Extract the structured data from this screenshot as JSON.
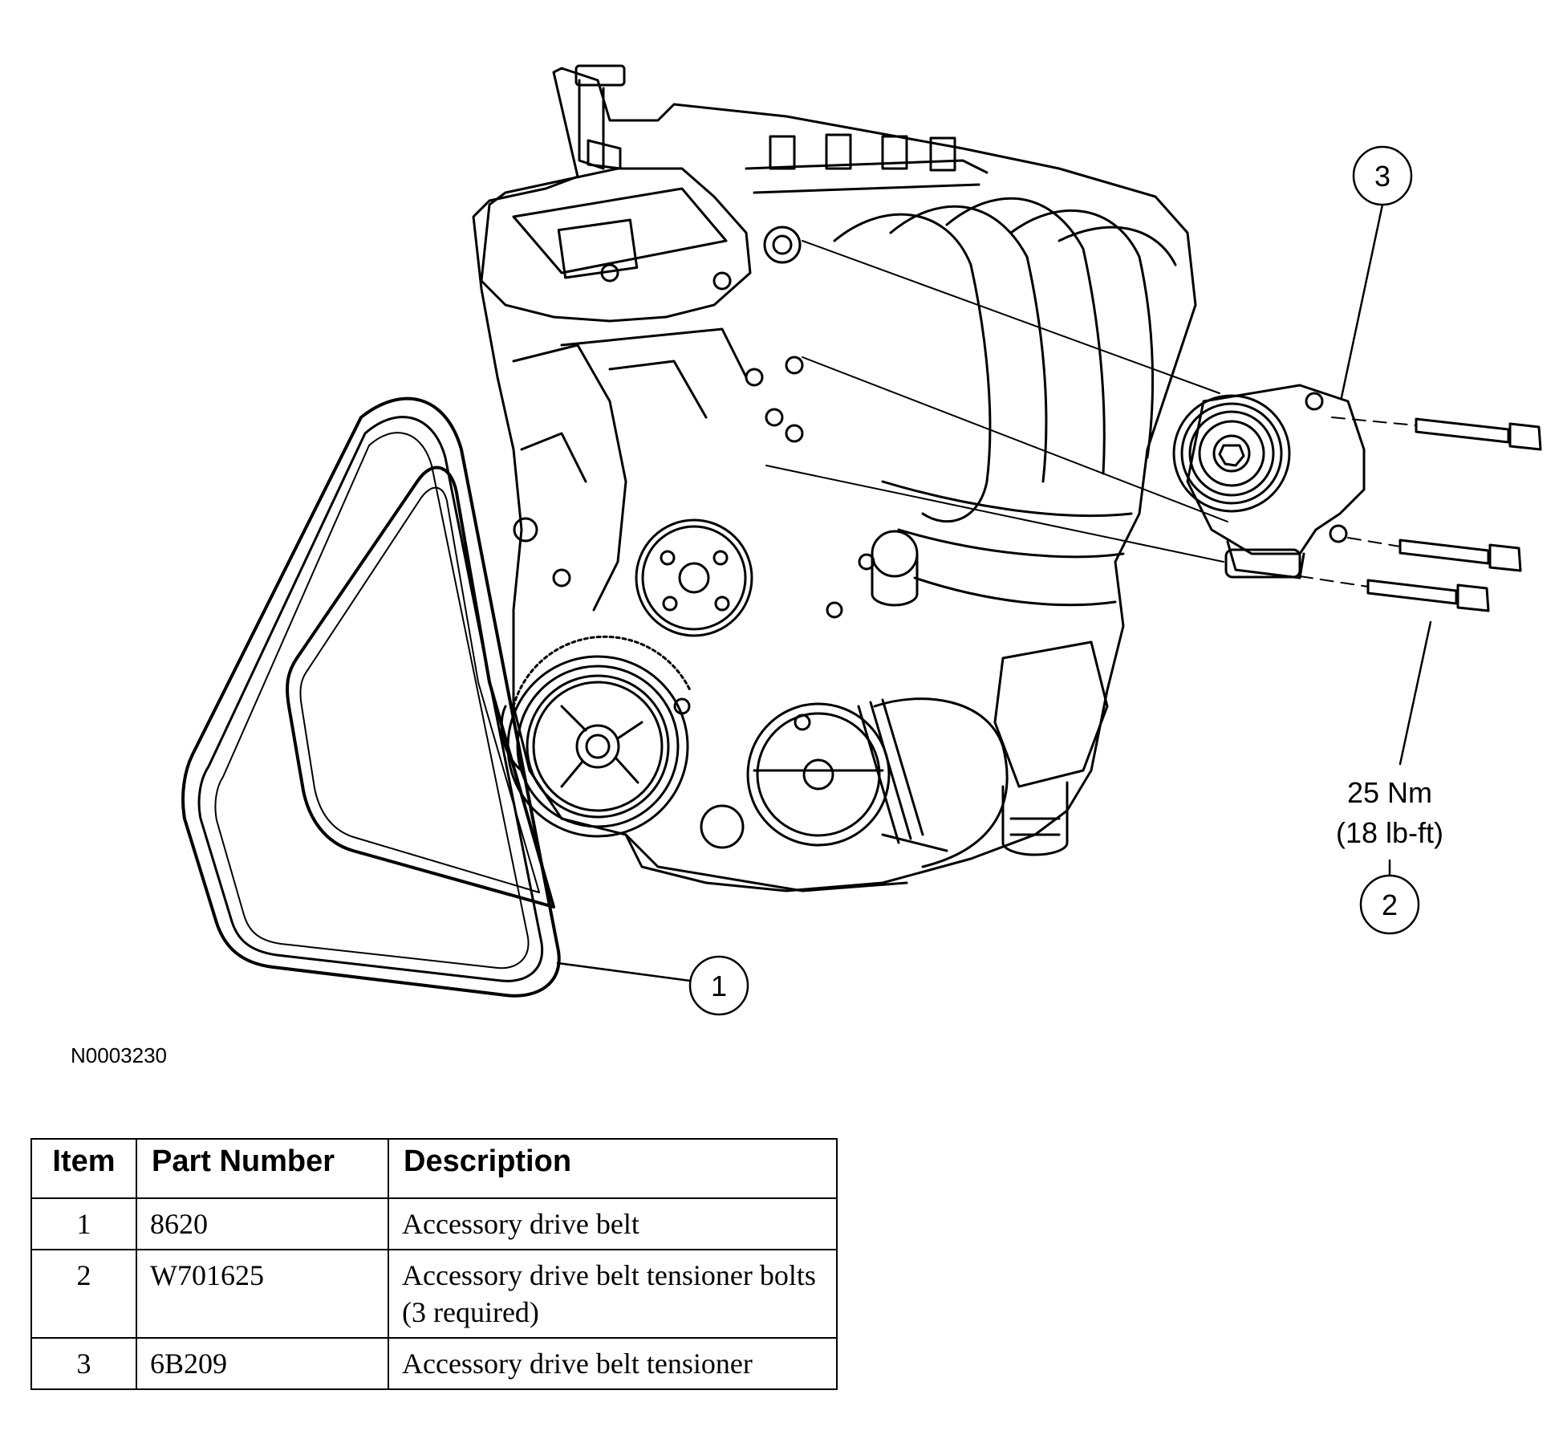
{
  "figure_id": "N0003230",
  "callouts": {
    "item1": "1",
    "item2": "2",
    "item3": "3"
  },
  "torque": {
    "metric": "25 Nm",
    "imperial": "(18 lb-ft)"
  },
  "parts_table": {
    "headers": {
      "item": "Item",
      "part_number": "Part Number",
      "description": "Description"
    },
    "rows": [
      {
        "item": "1",
        "part_number": "8620",
        "description": "Accessory drive belt"
      },
      {
        "item": "2",
        "part_number": "W701625",
        "description": "Accessory drive belt tensioner bolts (3 required)"
      },
      {
        "item": "3",
        "part_number": "6B209",
        "description": "Accessory drive belt tensioner"
      }
    ]
  }
}
